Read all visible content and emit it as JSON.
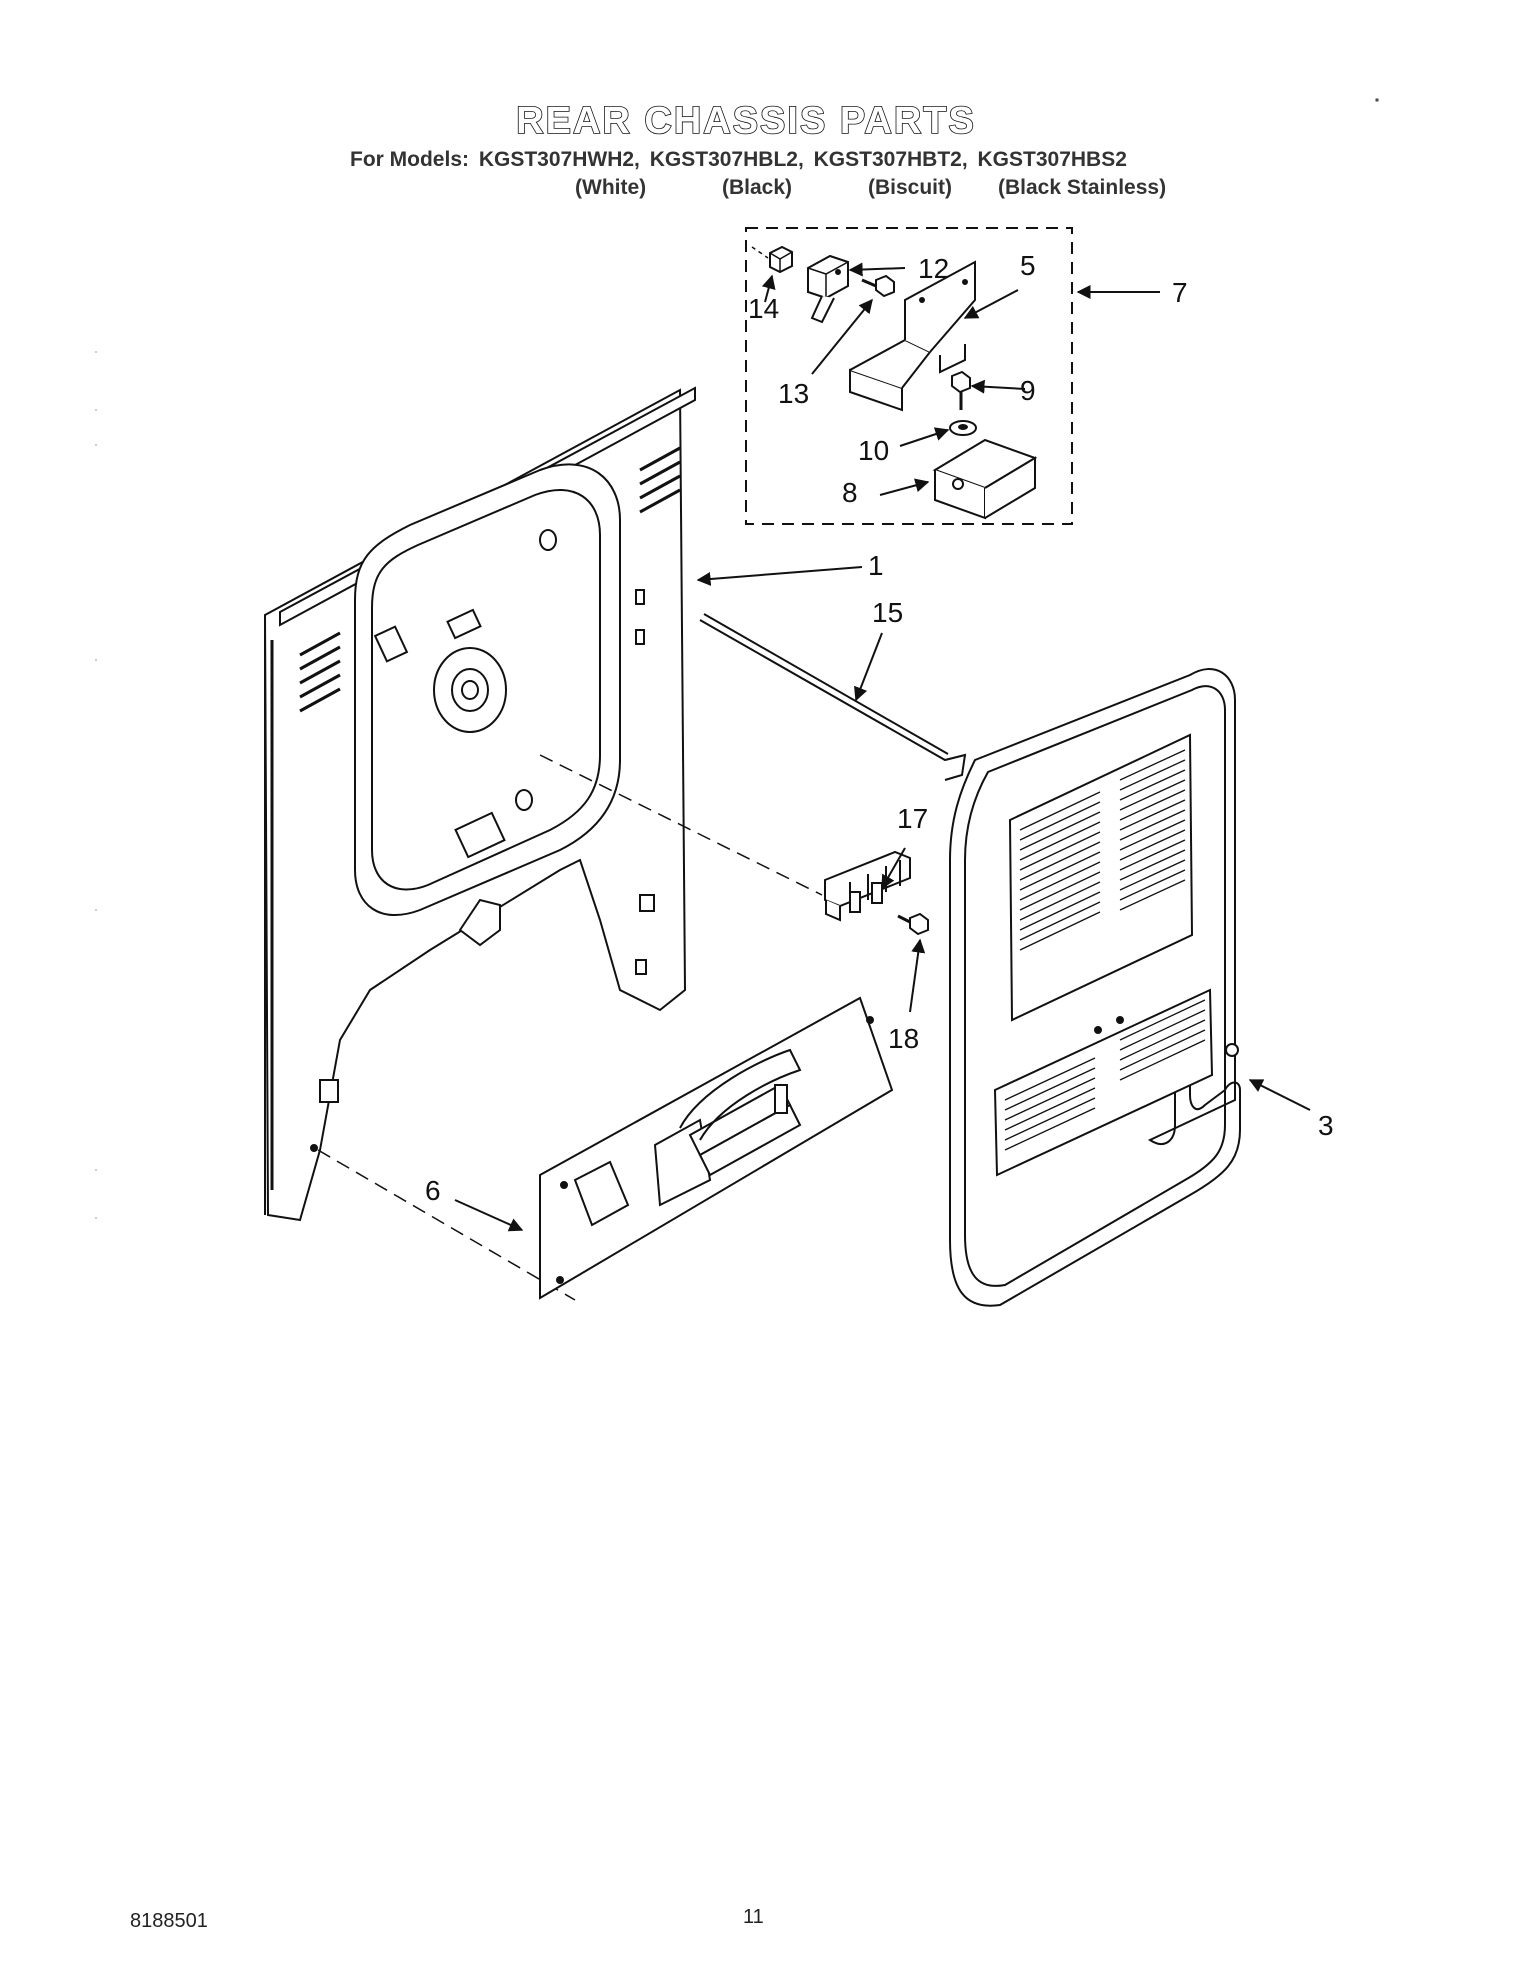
{
  "header": {
    "title": "REAR CHASSIS PARTS",
    "models_prefix": "For Models:",
    "models": [
      "KGST307HWH2,",
      "KGST307HBL2,",
      "KGST307HBT2,",
      "KGST307HBS2"
    ],
    "colors": [
      "(White)",
      "(Black)",
      "(Biscuit)",
      "(Black Stainless)"
    ]
  },
  "callouts": {
    "c1": "1",
    "c3": "3",
    "c5": "5",
    "c6": "6",
    "c7": "7",
    "c8": "8",
    "c9": "9",
    "c10": "10",
    "c12": "12",
    "c13": "13",
    "c14": "14",
    "c15": "15",
    "c17": "17",
    "c18": "18"
  },
  "footer": {
    "doc_number": "8188501",
    "page_number": "11"
  }
}
